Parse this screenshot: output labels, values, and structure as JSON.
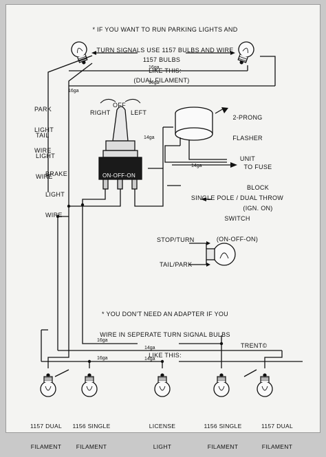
{
  "top_note": {
    "line1": "* IF YOU WANT TO RUN PARKING LIGHTS AND",
    "line2": "TURN SIGNALS USE 1157 BULBS AND WIRE",
    "line3": "LIKE THIS:"
  },
  "bulb_note": {
    "line1": "1157 BULBS",
    "line2": "(DUAL FILAMENT)"
  },
  "left_labels": {
    "park": [
      "PARK",
      "LIGHT",
      "WIRE"
    ],
    "tail": [
      "TAIL",
      "LIGHT",
      "WIRE"
    ],
    "brake": [
      "BRAKE",
      "LIGHT",
      "WIRE"
    ]
  },
  "switch_positions": {
    "off": "OFF",
    "right": "RIGHT",
    "left": "LEFT",
    "plate": "ON-OFF-ON"
  },
  "flasher": {
    "line1": "2-PRONG",
    "line2": "FLASHER",
    "line3": "UNIT"
  },
  "fuse": {
    "line1": "TO FUSE",
    "line2": "BLOCK",
    "line3": "(IGN. ON)"
  },
  "switch_desc": {
    "line1": "SINGLE POLE / DUAL THROW",
    "line2": "SWITCH",
    "line3": "(ON-OFF-ON)"
  },
  "bulb_terms": {
    "stop": "STOP/TURN",
    "tail": "TAIL/PARK"
  },
  "bottom_note": {
    "line1": "* YOU DON'T NEED AN ADAPTER IF YOU",
    "line2": "WIRE IN SEPERATE TURN SIGNAL BULBS",
    "line3": "LIKE THIS:"
  },
  "signature": "TRENT©",
  "gauges": {
    "g1": "16ga",
    "g2": "16ga",
    "g3": "16ga",
    "g4": "14ga",
    "g5": "14ga",
    "g6": "16ga",
    "g7": "14ga",
    "g8": "16ga",
    "g9": "14ga"
  },
  "bottom_labels": {
    "b1": [
      "1157 DUAL",
      "FILAMENT"
    ],
    "b2": [
      "1156 SINGLE",
      "FILAMENT"
    ],
    "b3": [
      "LICENSE",
      "LIGHT"
    ],
    "b4": [
      "1156 SINGLE",
      "FILAMENT"
    ],
    "b5": [
      "1157 DUAL",
      "FILAMENT"
    ]
  }
}
